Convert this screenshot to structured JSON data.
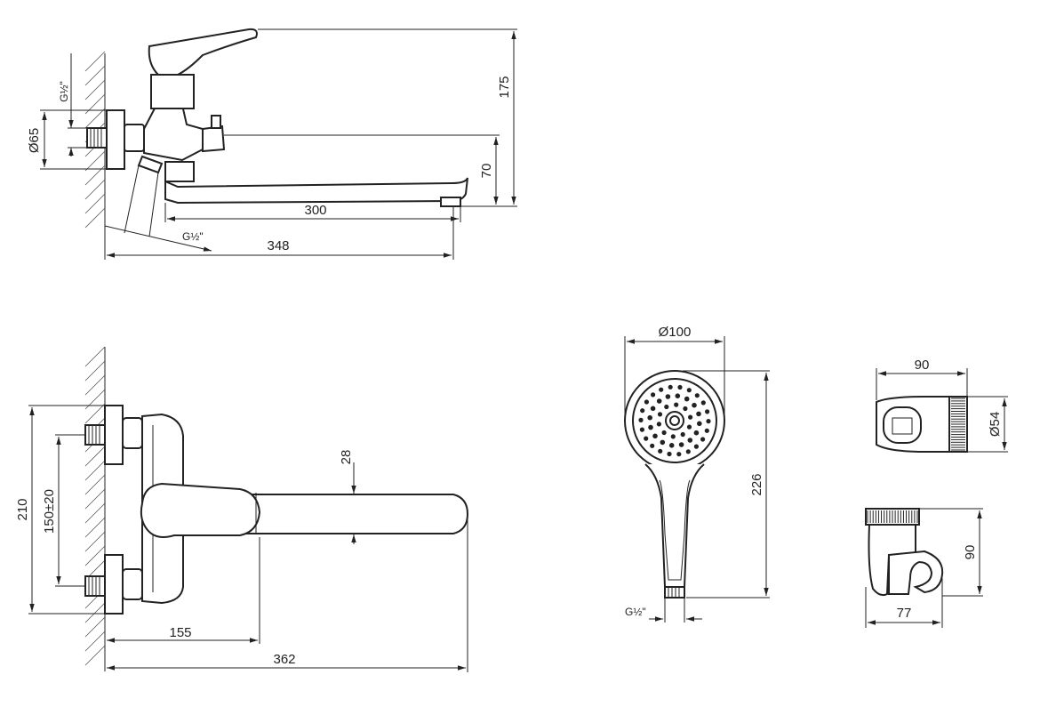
{
  "colors": {
    "line": "#222222",
    "background": "#ffffff"
  },
  "side_view": {
    "thread_top": "G½\"",
    "body_diameter": "Ø65",
    "height_total": "175",
    "spout_height": "70",
    "spout_length": "300",
    "thread_bottom": "G½\"",
    "overall_length": "348"
  },
  "top_view": {
    "height_total": "210",
    "centres": "150±20",
    "spout_diameter": "28",
    "handle_offset": "155",
    "overall_length": "362"
  },
  "shower_head": {
    "diameter": "Ø100",
    "length": "226",
    "thread": "G½\""
  },
  "wall_bracket": {
    "width": "90",
    "diameter": "Ø54",
    "height": "90",
    "depth": "77"
  }
}
